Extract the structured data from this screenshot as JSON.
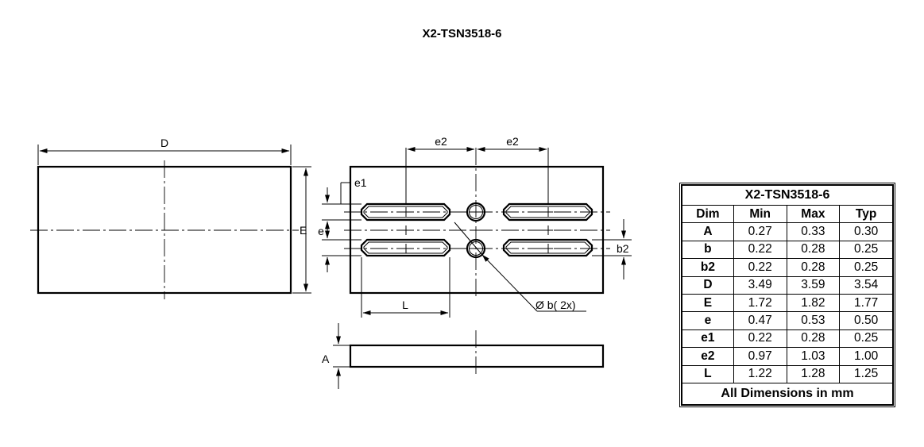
{
  "title": "X2-TSN3518-6",
  "labels": {
    "D": "D",
    "E": "E",
    "e2_left": "e2",
    "e2_right": "e2",
    "e1": "e1",
    "e": "e",
    "b2": "b2",
    "L": "L",
    "phi_b": "Ø b(  2x)",
    "A": "A"
  },
  "table": {
    "caption": "X2-TSN3518-6",
    "headers": [
      "Dim",
      "Min",
      "Max",
      "Typ"
    ],
    "rows": [
      [
        "A",
        "0.27",
        "0.33",
        "0.30"
      ],
      [
        "b",
        "0.22",
        "0.28",
        "0.25"
      ],
      [
        "b2",
        "0.22",
        "0.28",
        "0.25"
      ],
      [
        "D",
        "3.49",
        "3.59",
        "3.54"
      ],
      [
        "E",
        "1.72",
        "1.82",
        "1.77"
      ],
      [
        "e",
        "0.47",
        "0.53",
        "0.50"
      ],
      [
        "e1",
        "0.22",
        "0.28",
        "0.25"
      ],
      [
        "e2",
        "0.97",
        "1.03",
        "1.00"
      ],
      [
        "L",
        "1.22",
        "1.28",
        "1.25"
      ]
    ],
    "footer": "All Dimensions in mm"
  }
}
